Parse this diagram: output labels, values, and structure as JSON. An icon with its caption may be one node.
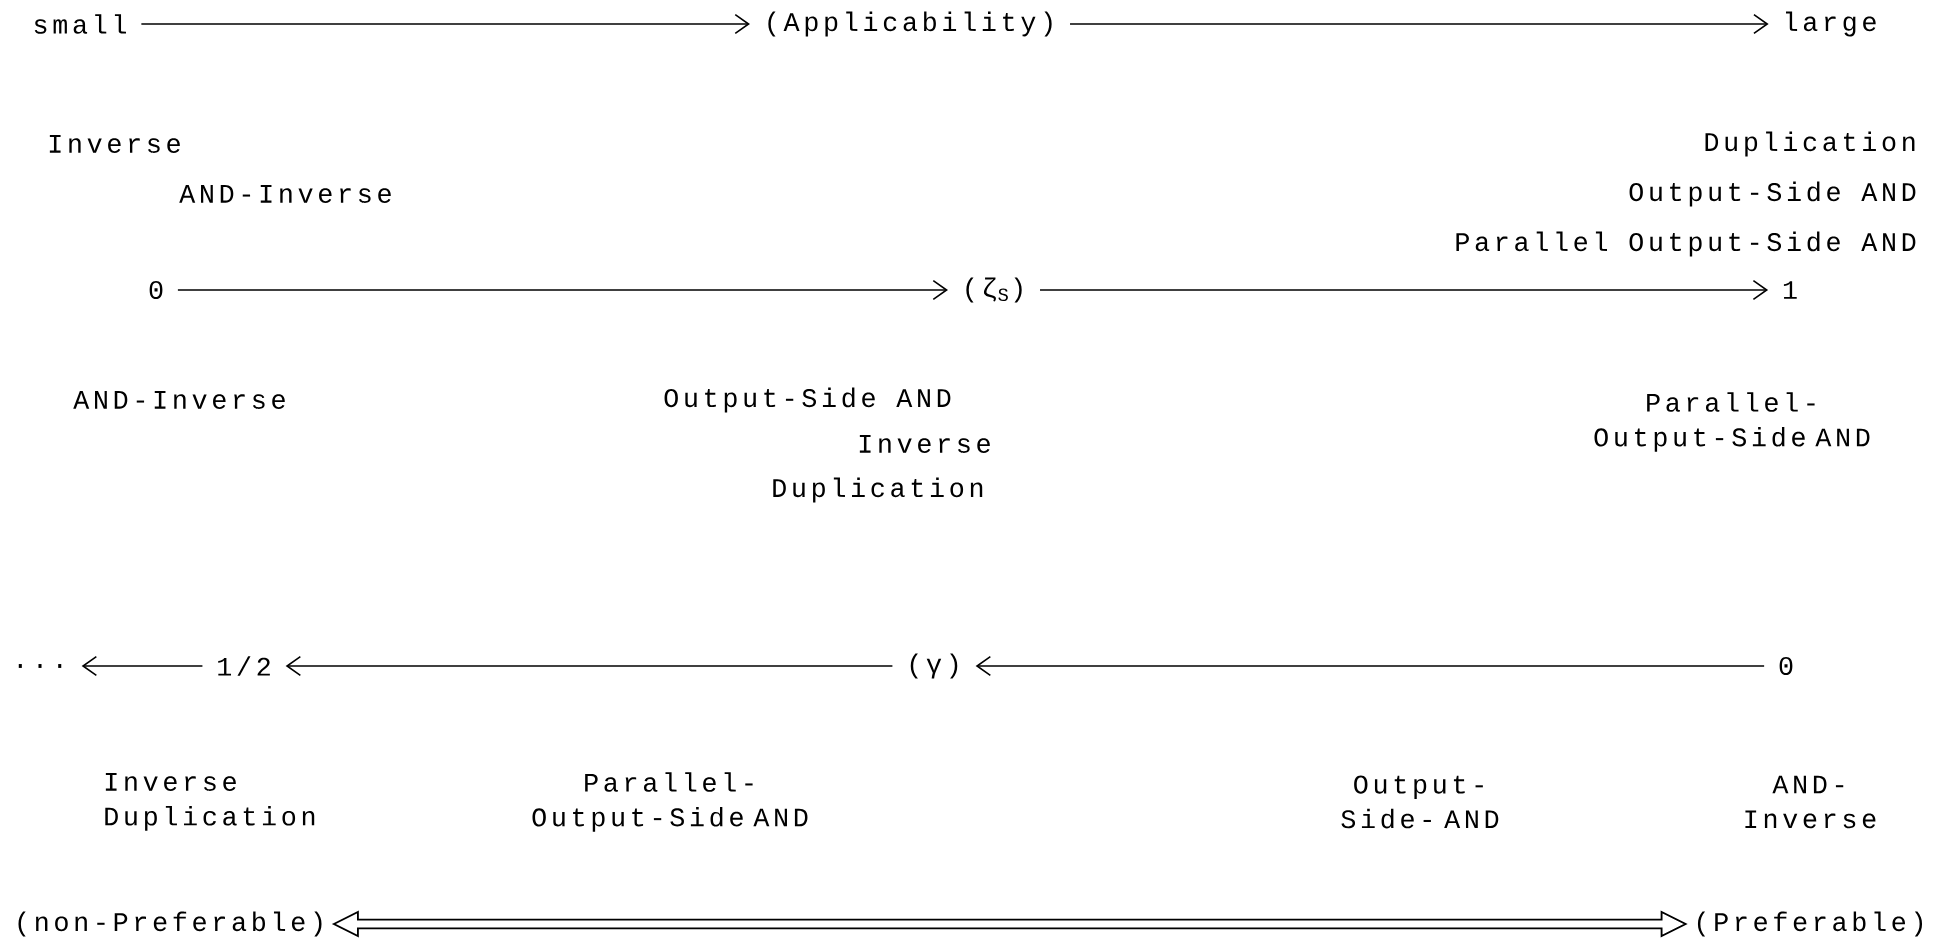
{
  "diagram": {
    "nodes": [
      {
        "text": [
          "small"
        ]
      },
      {
        "text": [
          "(Applicability)"
        ]
      },
      {
        "text": [
          "large"
        ]
      },
      {
        "text": [
          "0"
        ]
      },
      {
        "text": [
          "(ζ$_{S}$)"
        ]
      },
      {
        "text": [
          "1"
        ]
      },
      {
        "text": [
          "..."
        ]
      },
      {
        "text": [
          "1/2"
        ]
      },
      {
        "text": [
          "(γ)"
        ]
      },
      {
        "text": [
          "0"
        ]
      },
      {
        "text": [
          "(non-Preferable)"
        ]
      },
      {
        "text": [
          "(Preferable)"
        ]
      }
    ],
    "edges": [
      {
        "from": 0,
        "to": 1,
        "arrow": "to"
      },
      {
        "from": 1,
        "to": 2,
        "arrow": "to"
      },
      {
        "from": 3,
        "to": 4,
        "arrow": "to"
      },
      {
        "from": 4,
        "to": 5,
        "arrow": "to"
      },
      {
        "from": 9,
        "to": 8,
        "arrow": "to"
      },
      {
        "from": 8,
        "to": 7,
        "arrow": "to"
      },
      {
        "from": 7,
        "to": 6,
        "arrow": "to"
      },
      {
        "from": 10,
        "to": 11,
        "arrow": "both",
        "style": "thick"
      }
    ],
    "labels": [
      "Inverse",
      "Duplication",
      "AND-Inverse",
      "Output-Side AND",
      "Parallel Output-Side AND",
      "AND-Inverse",
      "Output-Side AND",
      "Parallel- Output-Side AND",
      "Inverse",
      "Duplication",
      "Inverse Duplication",
      "Parallel- Output-Side AND",
      "Output-Side- AND",
      "AND- Inverse"
    ]
  }
}
